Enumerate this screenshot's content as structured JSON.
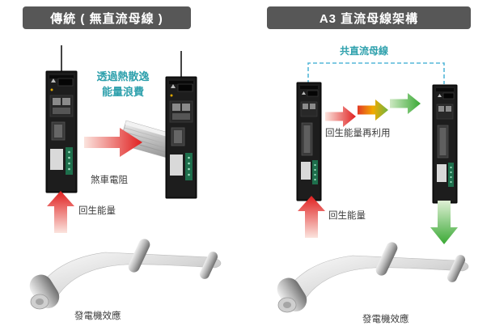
{
  "left_panel": {
    "header": "傳統 ( 無直流母線 )",
    "heat_loss_line1": "透過熱散逸",
    "heat_loss_line2": "能量浪費",
    "brake_resistor_label": "煞車電阻",
    "regen_energy_label": "回生能量",
    "generator_effect_label": "發電機效應"
  },
  "right_panel": {
    "header": "A3 直流母線架構",
    "shared_dc_bus_label": "共直流母線",
    "regen_reuse_label": "回生能量再利用",
    "regen_energy_label": "回生能量",
    "generator_effect_label": "發電機效應"
  },
  "colors": {
    "header_background": "#575757",
    "teal_text": "#2da0ac",
    "red_arrow": "#e01f1f",
    "green_arrow": "#3aa935",
    "dashed_bus_line": "#55b7d9",
    "label_text": "#3a3a3a"
  }
}
